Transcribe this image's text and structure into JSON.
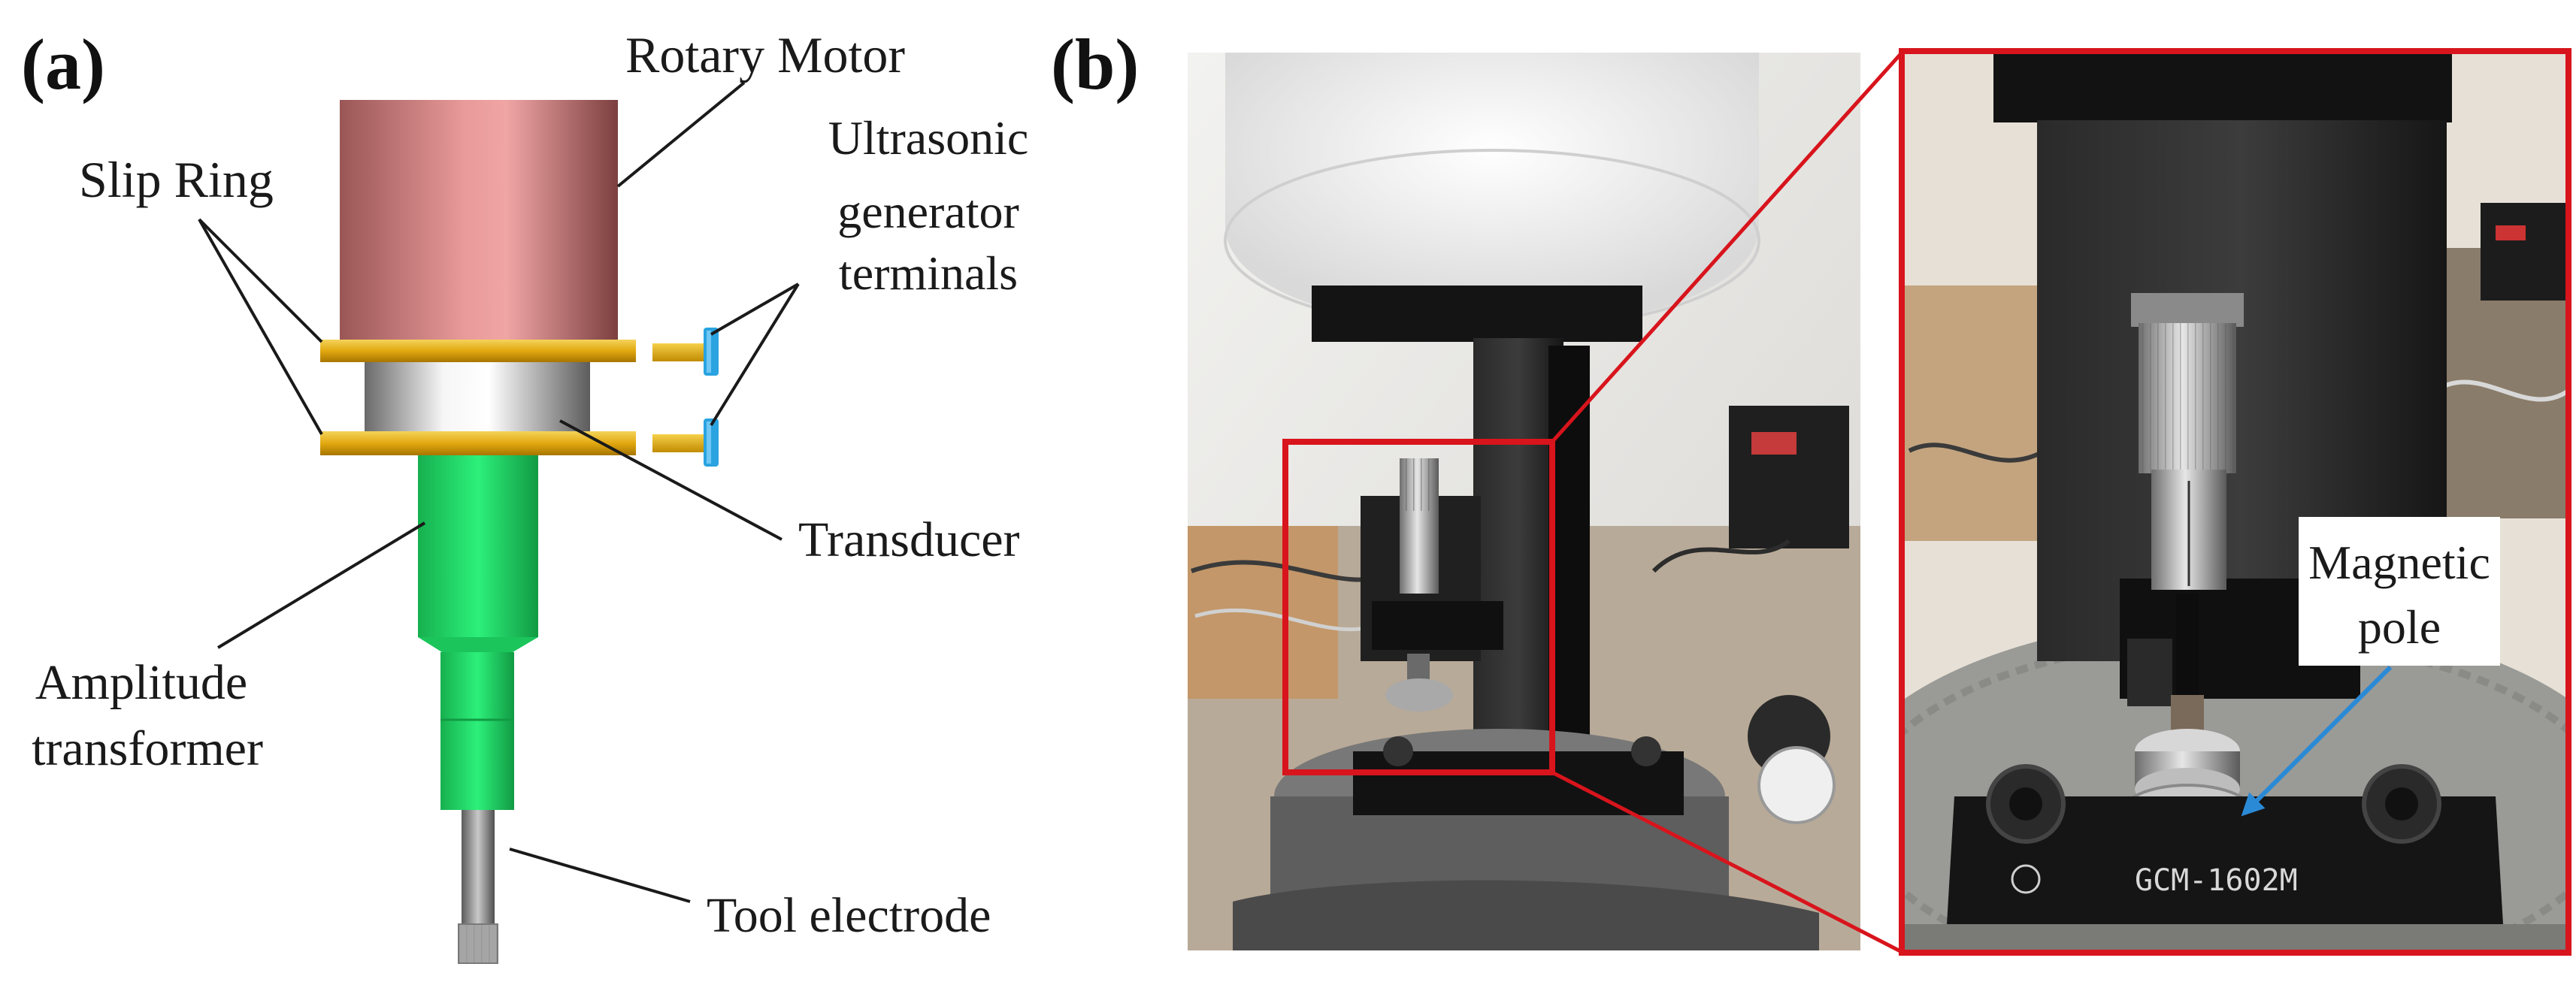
{
  "panel_a": {
    "tag": "(a)",
    "labels": {
      "rotary_motor": "Rotary Motor",
      "slip_ring": "Slip Ring",
      "ultrasonic_line1": "Ultrasonic",
      "ultrasonic_line2": "generator",
      "ultrasonic_line3": "terminals",
      "transducer": "Transducer",
      "amplitude_line1": "Amplitude",
      "amplitude_line2": "transformer",
      "tool_electrode": "Tool electrode"
    }
  },
  "panel_b": {
    "tag": "(b)",
    "labels": {
      "magnetic_line1": "Magnetic",
      "magnetic_line2": "pole",
      "device_marking": "GCM-1602M"
    }
  },
  "colors": {
    "motor": "#d68a8a",
    "slip_ring": "#e2b21a",
    "transducer": "#cfcfcf",
    "amplitude_transformer": "#22e06a",
    "terminal_connector": "#2aa3e0",
    "tool": "#8e8e8e",
    "highlight_frame": "#d8141c",
    "arrow": "#2b8ad6"
  }
}
